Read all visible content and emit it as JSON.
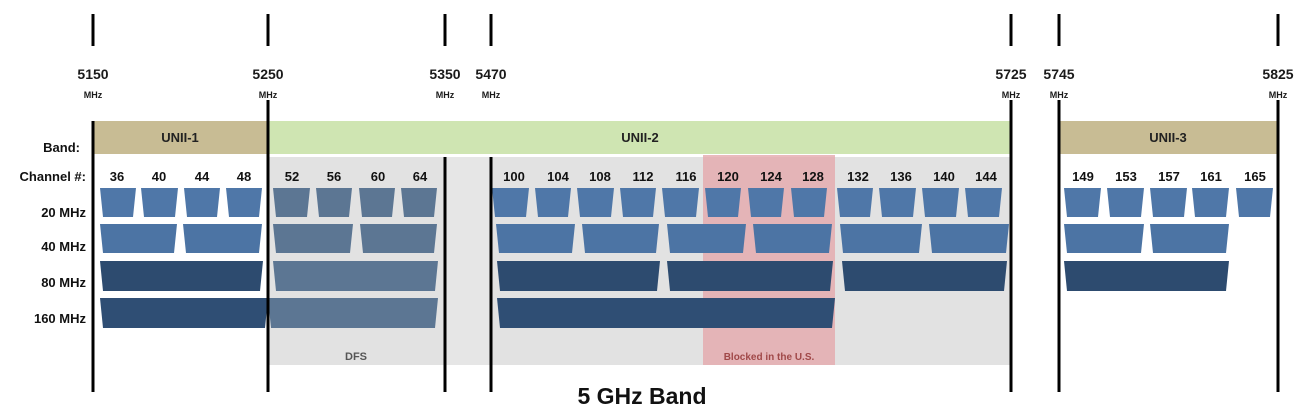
{
  "frequencies": [
    {
      "value": "5150",
      "unit": "MHz"
    },
    {
      "value": "5250",
      "unit": "MHz"
    },
    {
      "value": "5350",
      "unit": "MHz"
    },
    {
      "value": "5470",
      "unit": "MHz"
    },
    {
      "value": "5725",
      "unit": "MHz"
    },
    {
      "value": "5745",
      "unit": "MHz"
    },
    {
      "value": "5825",
      "unit": "MHz"
    }
  ],
  "row_labels": {
    "band": "Band:",
    "channel": "Channel #:",
    "w20": "20 MHz",
    "w40": "40 MHz",
    "w80": "80 MHz",
    "w160": "160 MHz"
  },
  "bands": [
    "UNII-1",
    "UNII-2",
    "UNII-3"
  ],
  "channels": [
    "36",
    "40",
    "44",
    "48",
    "52",
    "56",
    "60",
    "64",
    "100",
    "104",
    "108",
    "112",
    "116",
    "120",
    "124",
    "128",
    "132",
    "136",
    "140",
    "144",
    "149",
    "153",
    "157",
    "161",
    "165"
  ],
  "notes": {
    "dfs": "DFS",
    "blocked": "Blocked in the U.S."
  },
  "title": "5 GHz Band",
  "colors": {
    "unii1": "#c8bc94",
    "unii2": "#cfe5b2",
    "unii3": "#c8bc94",
    "dfs_region": "#e2e2e2",
    "blocked_region": "#e4a7ab",
    "chan_20": "#4f77a8",
    "chan_40": "#4c74a4",
    "chan_80": "#2d4b6f",
    "chan_160": "#2f4e74",
    "dfs_channel": "#5c7693"
  }
}
